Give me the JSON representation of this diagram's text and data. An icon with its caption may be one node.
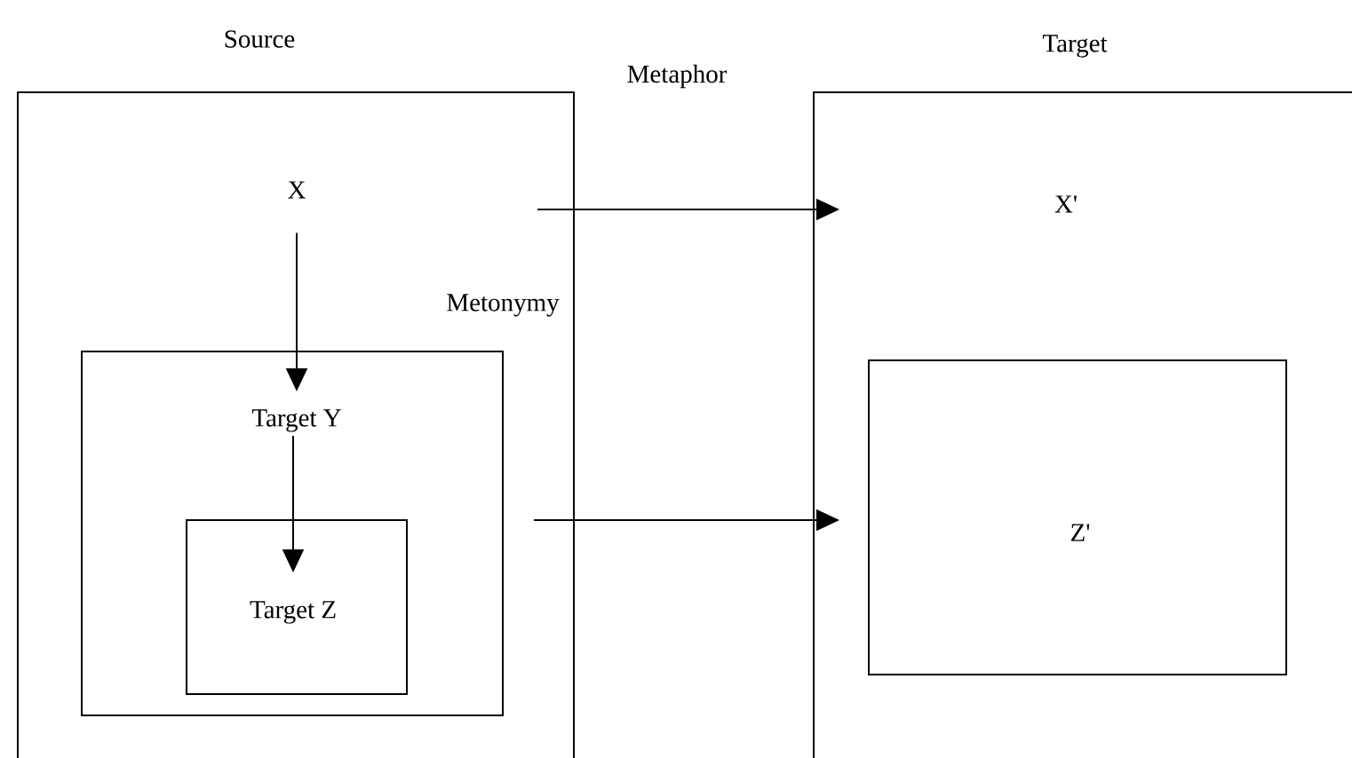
{
  "diagram": {
    "nodes": [
      {
        "text": [
          "Source"
        ]
      },
      {
        "text": [
          "X"
        ],
        "in": 0
      },
      {
        "text": [
          "Target Y"
        ],
        "in": 0
      },
      {
        "text": [
          "Target Z"
        ],
        "in": 2
      },
      {
        "text": [
          "Target"
        ]
      },
      {
        "text": [
          "X'"
        ],
        "in": 4
      },
      {
        "text": [
          "Z'"
        ],
        "in": 4
      }
    ],
    "edges": [
      {
        "from": 1,
        "to": 2,
        "arrow": "to"
      },
      {
        "from": 2,
        "to": 3,
        "arrow": "to"
      },
      {
        "from": 0,
        "to": 4,
        "arrow": "to"
      },
      {
        "from": 0,
        "to": 4,
        "arrow": "to"
      }
    ],
    "labels": [
      "Metaphor",
      "Metonymy"
    ]
  }
}
